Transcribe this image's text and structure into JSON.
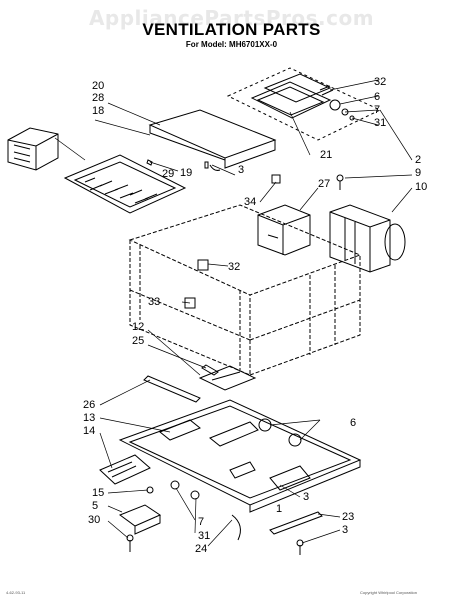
{
  "header": {
    "watermark": "AppliancePartsPros.com",
    "title": "VENTILATION PARTS",
    "subtitle": "For Model: MH6701XX-0"
  },
  "callouts": [
    {
      "id": "c20",
      "text": "20"
    },
    {
      "id": "c28",
      "text": "28"
    },
    {
      "id": "c18",
      "text": "18"
    },
    {
      "id": "c32a",
      "text": "32"
    },
    {
      "id": "c6a",
      "text": "6"
    },
    {
      "id": "c7a",
      "text": "7"
    },
    {
      "id": "c31a",
      "text": "31"
    },
    {
      "id": "c21",
      "text": "21"
    },
    {
      "id": "c3a",
      "text": "3"
    },
    {
      "id": "c19",
      "text": "19"
    },
    {
      "id": "c29",
      "text": "29"
    },
    {
      "id": "c2",
      "text": "2"
    },
    {
      "id": "c9",
      "text": "9"
    },
    {
      "id": "c10",
      "text": "10"
    },
    {
      "id": "c27",
      "text": "27"
    },
    {
      "id": "c34",
      "text": "34"
    },
    {
      "id": "c32b",
      "text": "32"
    },
    {
      "id": "c33",
      "text": "33"
    },
    {
      "id": "c12",
      "text": "12"
    },
    {
      "id": "c25",
      "text": "25"
    },
    {
      "id": "c26",
      "text": "26"
    },
    {
      "id": "c13",
      "text": "13"
    },
    {
      "id": "c14",
      "text": "14"
    },
    {
      "id": "c6b",
      "text": "6"
    },
    {
      "id": "c15",
      "text": "15"
    },
    {
      "id": "c5",
      "text": "5"
    },
    {
      "id": "c30",
      "text": "30"
    },
    {
      "id": "c7b",
      "text": "7"
    },
    {
      "id": "c31b",
      "text": "31"
    },
    {
      "id": "c24",
      "text": "24"
    },
    {
      "id": "c23",
      "text": "23"
    },
    {
      "id": "c3b",
      "text": "3"
    },
    {
      "id": "c3c",
      "text": "3"
    },
    {
      "id": "c1",
      "text": "1"
    }
  ],
  "footer": {
    "left": "4-62-93-11",
    "right": "Copyright Whirlpool Corporation"
  }
}
